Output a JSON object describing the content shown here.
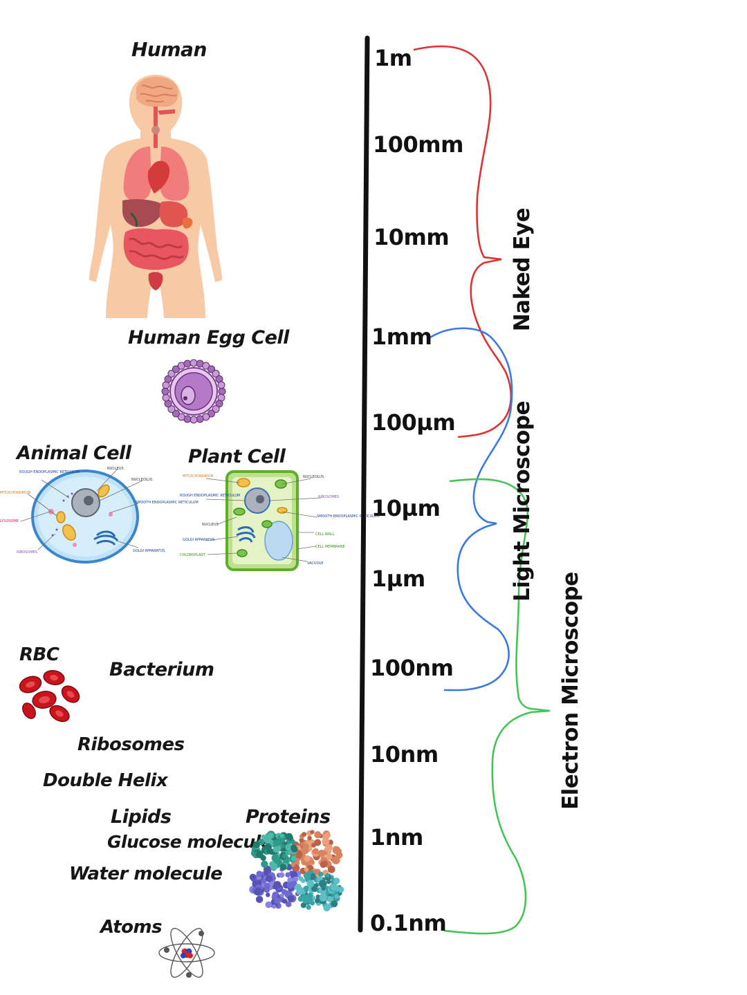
{
  "organisms": {
    "human": "Human",
    "egg_cell": "Human Egg Cell",
    "animal_cell": "Animal Cell",
    "plant_cell": "Plant Cell",
    "rbc": "RBC",
    "bacterium": "Bacterium",
    "ribosomes": "Ribosomes",
    "double_helix": "Double Helix",
    "lipids": "Lipids",
    "proteins": "Proteins",
    "glucose": "Glucose molecule",
    "water": "Water molecule",
    "atoms": "Atoms"
  },
  "scale_labels": [
    "1m",
    "100mm",
    "10mm",
    "1mm",
    "100µm",
    "10µm",
    "1µm",
    "100nm",
    "10nm",
    "1nm",
    "0.1nm"
  ],
  "ranges": {
    "naked_eye": "Naked Eye",
    "light_microscope": "Light Microscope",
    "electron_microscope": "Electron Microscope"
  },
  "colors": {
    "naked_eye": "#e03030",
    "light_microscope": "#3a7ae0",
    "electron_microscope": "#44c455",
    "axis": "#111111"
  },
  "animal_cell_parts": {
    "rough_er": "ROUGH ENDOPLASMIC RETICULUM",
    "nucleus": "NUCLEUS",
    "nucleolus": "NUCLEOLUS",
    "mitochondrion": "MITOCHONDRION",
    "smooth_er": "SMOOTH ENDOPLASMIC RETICULUM",
    "lysosome": "LYSOSOME",
    "ribosomes": "RIBOSOMES",
    "golgi": "GOLGI APPARATUS"
  },
  "plant_cell_parts": {
    "mitochondrion": "MITOCHONDRION",
    "nucleolus": "NUCLEOLUS",
    "rough_er": "ROUGH ENDOPLASMIC RETICULUM",
    "ribosomes": "RIBOSOMES",
    "nucleus": "NUCLEUS",
    "smooth_er": "SMOOTH ENDOPLASMIC RETICULUM",
    "cell_wall": "CELL WALL",
    "golgi": "GOLGI APPARATUS",
    "cell_membrane": "CELL MEMBRANE",
    "chloroplast": "CHLOROPLAST",
    "vacuole": "VACUOLE"
  }
}
